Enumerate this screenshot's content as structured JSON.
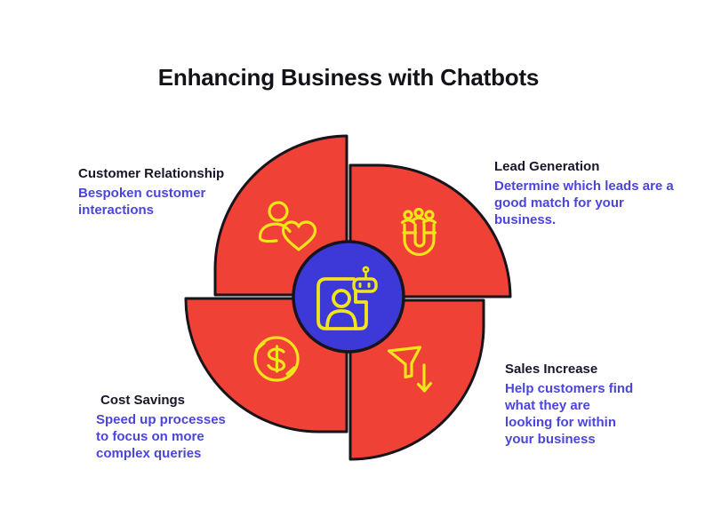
{
  "title": "Enhancing Business with Chatbots",
  "colors": {
    "background": "#ffffff",
    "title": "#131219",
    "heading": "#17172a",
    "description": "#4c45da",
    "red": "#ef4136",
    "blue": "#3d38d8",
    "yellow": "#f2e41a",
    "outline": "#17141c"
  },
  "center": {
    "icon": "chatbot-avatar-icon"
  },
  "segments": [
    {
      "id": "customer-relationship",
      "title": "Customer Relationship",
      "description": "Bespoken customer\ninteractions",
      "icon": "person-heart-icon"
    },
    {
      "id": "lead-generation",
      "title": "Lead Generation",
      "description": "Determine which leads are a\ngood match for your\nbusiness.",
      "icon": "magnet-leads-icon"
    },
    {
      "id": "sales-increase",
      "title": "Sales Increase",
      "description": "Help customers find\nwhat they are\nlooking for within\nyour business",
      "icon": "sales-funnel-icon"
    },
    {
      "id": "cost-savings",
      "title": "Cost Savings",
      "description": "Speed up processes\nto focus on more\ncomplex queries",
      "icon": "dollar-coin-icon"
    }
  ]
}
